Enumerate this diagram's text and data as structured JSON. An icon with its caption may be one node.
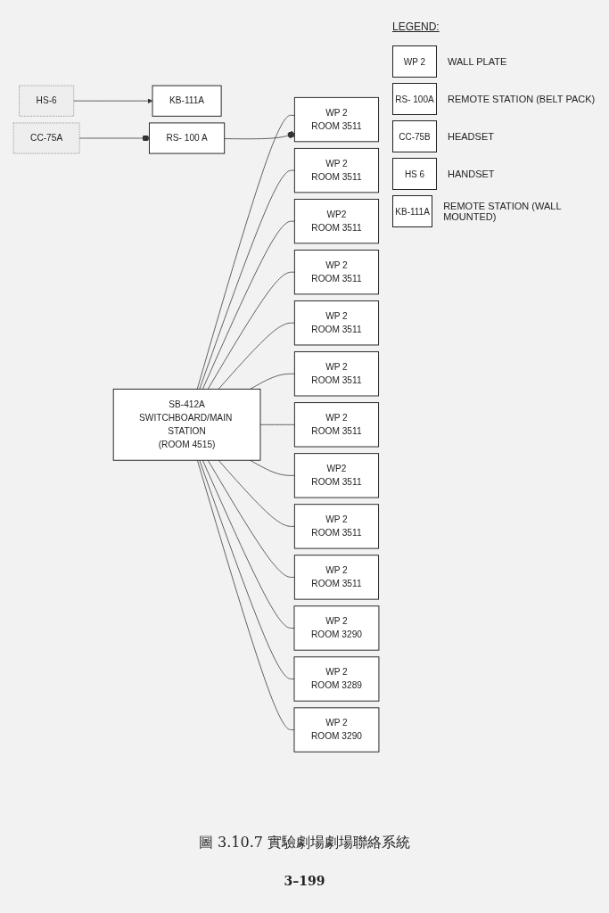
{
  "diagram": {
    "caption": "圖 3.10.7 實驗劇場劇場聯絡系統",
    "nodes": [
      {
        "text": [
          "HS-6"
        ]
      },
      {
        "text": [
          "KB-111A"
        ]
      },
      {
        "text": [
          "SB-412A",
          "SWITCHBOARD/MAIN STATION",
          "(ROOM 4515)"
        ]
      },
      {
        "text": [
          "WP 2",
          "ROOM 3511"
        ]
      },
      {
        "text": [
          "WP2",
          "ROOM 3511"
        ]
      },
      {
        "text": [
          "WP 2",
          "ROOM 3511"
        ]
      },
      {
        "text": [
          "WP 2",
          "ROOM 3511"
        ]
      },
      {
        "text": [
          "WP 2",
          "ROOM 3511"
        ]
      },
      {
        "text": [
          "WP 2",
          "ROOM 3511"
        ]
      },
      {
        "text": [
          "RS- 100 A"
        ]
      },
      {
        "text": [
          "CC-75A"
        ]
      },
      {
        "text": [
          "WP 2",
          "ROOM 3511"
        ]
      },
      {
        "text": [
          "WP2",
          "ROOM 3511"
        ]
      },
      {
        "text": [
          "WP 2",
          "ROOM 3511"
        ]
      },
      {
        "text": [
          "WP 2",
          "ROOM 3511"
        ]
      },
      {
        "text": [
          "WP 2",
          "ROOM 3290"
        ]
      },
      {
        "text": [
          "WP 2",
          "ROOM 3289"
        ]
      },
      {
        "text": [
          "WP 2",
          "ROOM 3290"
        ]
      }
    ],
    "edges": [
      {
        "from": 0,
        "to": 1,
        "arrow": "to"
      },
      {
        "from": 2,
        "to": 3,
        "arrow": "none"
      },
      {
        "from": 2,
        "to": 4,
        "arrow": "none"
      },
      {
        "from": 2,
        "to": 5,
        "arrow": "none"
      },
      {
        "from": 2,
        "to": 6,
        "arrow": "none"
      },
      {
        "from": 2,
        "to": 7,
        "arrow": "none"
      },
      {
        "from": 2,
        "to": 8,
        "arrow": "none"
      },
      {
        "from": 9,
        "to": 8,
        "arrow": "other"
      },
      {
        "from": 10,
        "to": 9,
        "arrow": "other"
      },
      {
        "from": 2,
        "to": 11,
        "arrow": "none"
      },
      {
        "from": 2,
        "to": 12,
        "arrow": "none"
      },
      {
        "from": 2,
        "to": 13,
        "arrow": "none"
      },
      {
        "from": 2,
        "to": 14,
        "arrow": "none"
      },
      {
        "from": 2,
        "to": 15,
        "arrow": "none"
      },
      {
        "from": 2,
        "to": 16,
        "arrow": "none"
      },
      {
        "from": 2,
        "to": 17,
        "arrow": "none"
      }
    ],
    "labels": [
      "LEGEND:",
      "WP 2",
      "RS- 100A",
      "CC-75B",
      "HS 6",
      "KB-111A",
      "3–199"
    ],
    "legend": [
      {
        "text": "WALL PLATE"
      },
      {
        "text": "REMOTE STATION (BELT PACK)"
      },
      {
        "text": "HEADSET"
      },
      {
        "text": "HANDSET"
      },
      {
        "text": "REMOTE STATION (WALL MOUNTED)"
      }
    ]
  }
}
